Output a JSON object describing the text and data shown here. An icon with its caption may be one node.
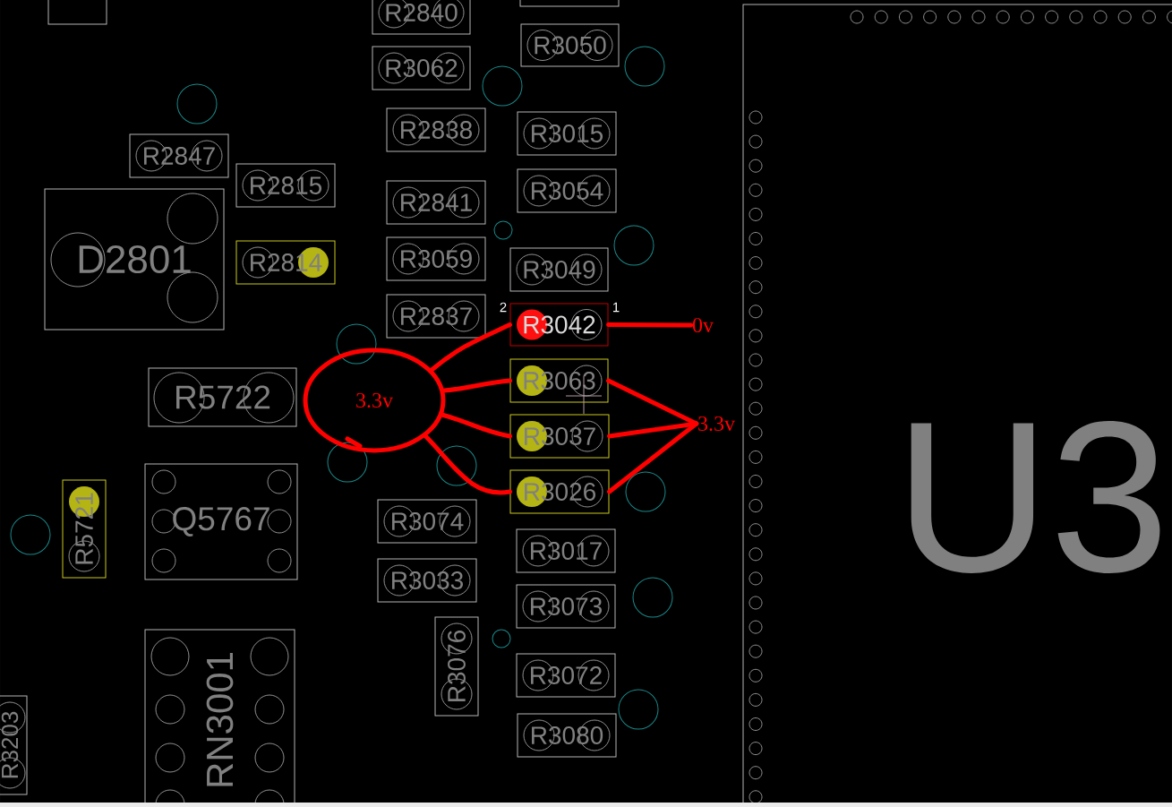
{
  "diagram": {
    "nodes": [
      {
        "text": [],
        "shape": "box"
      },
      {
        "text": [
          "R2840"
        ]
      },
      {
        "text": [],
        "shape": "box"
      },
      {
        "text": [
          "R3050"
        ]
      },
      {
        "text": [
          "R3062"
        ]
      },
      {
        "text": [
          "R2847"
        ]
      },
      {
        "text": [
          "R2838"
        ]
      },
      {
        "text": [
          "R3015"
        ]
      },
      {
        "text": [
          "R2815"
        ]
      },
      {
        "text": [
          "D2801"
        ]
      },
      {
        "text": [
          "R2841"
        ]
      },
      {
        "text": [
          "R3054"
        ]
      },
      {
        "text": [
          "R2814"
        ]
      },
      {
        "text": [
          "R3059"
        ]
      },
      {
        "text": [
          "R3049"
        ]
      },
      {
        "text": [
          "R2837"
        ]
      },
      {
        "text": [
          "2",
          "R3042",
          "1"
        ]
      },
      {
        "text": [
          "R5722"
        ]
      },
      {
        "text": [
          "3.3v"
        ]
      },
      {
        "text": [
          "R3063"
        ]
      },
      {
        "text": [
          "R3037"
        ]
      },
      {
        "text": [
          "R3026"
        ]
      },
      {
        "text": [
          "0v"
        ]
      },
      {
        "text": [
          "3.3v"
        ]
      },
      {
        "text": [
          "R5721"
        ]
      },
      {
        "text": [
          "Q5767"
        ]
      },
      {
        "text": [
          "R3074"
        ]
      },
      {
        "text": [
          "R3017"
        ]
      },
      {
        "text": [
          "R3033"
        ]
      },
      {
        "text": [
          "R3073"
        ]
      },
      {
        "text": [
          "R3076"
        ]
      },
      {
        "text": [
          "R3072"
        ]
      },
      {
        "text": [
          "RN3001"
        ]
      },
      {
        "text": [
          "R3203"
        ]
      },
      {
        "text": [
          "R3080"
        ]
      },
      {
        "text": [
          "U3"
        ]
      }
    ],
    "edges": [
      {
        "from": 18,
        "to": 16,
        "arrow": "none"
      },
      {
        "from": 18,
        "to": 19,
        "arrow": "none"
      },
      {
        "from": 18,
        "to": 20,
        "arrow": "none"
      },
      {
        "from": 18,
        "to": 21,
        "arrow": "none"
      },
      {
        "from": 16,
        "to": 22,
        "arrow": "none"
      },
      {
        "from": 19,
        "to": 23,
        "arrow": "none"
      },
      {
        "from": 20,
        "to": 23,
        "arrow": "none"
      },
      {
        "from": 21,
        "to": 23,
        "arrow": "none"
      }
    ]
  }
}
